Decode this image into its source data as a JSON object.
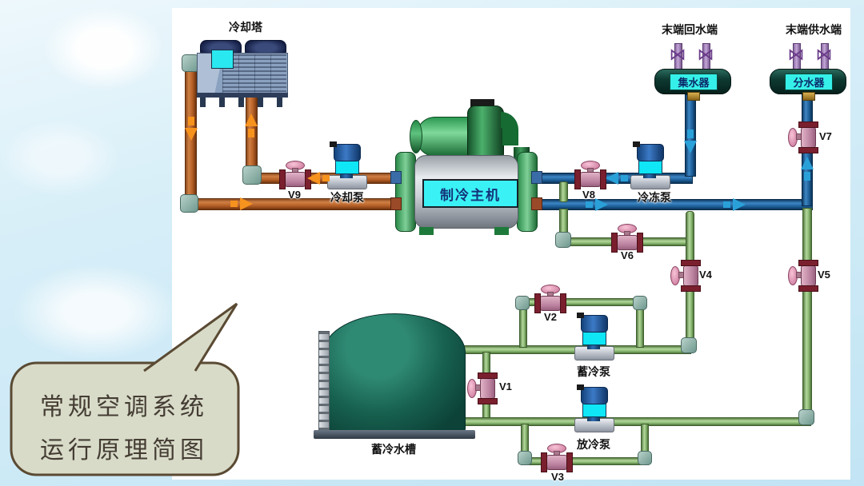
{
  "bubble": {
    "line1": "常规空调系统",
    "line2": "运行原理简图"
  },
  "equipment": {
    "cooling_tower": "冷却塔",
    "chiller": "制冷主机",
    "storage_tank": "蓄冷水槽",
    "collector": "集水器",
    "distributor": "分水器",
    "terminal_return": "末端回水端",
    "terminal_supply": "末端供水端"
  },
  "pumps": {
    "cooling": "冷却泵",
    "chilled": "冷冻泵",
    "storage": "蓄冷泵",
    "discharge": "放冷泵"
  },
  "valves": {
    "v1": "V1",
    "v2": "V2",
    "v3": "V3",
    "v4": "V4",
    "v5": "V5",
    "v6": "V6",
    "v7": "V7",
    "v8": "V8",
    "v9": "V9"
  },
  "icons": {
    "riser_valve": "⋈"
  },
  "colors": {
    "cooling_water_pipe": "#b55f26",
    "chilled_water_pipe": "#1c5d96",
    "storage_pipe": "#8ab873",
    "flow_arrow_orange": "#f6921e",
    "flow_arrow_blue": "#2aa0d8",
    "screen_cyan": "#35f0e8",
    "valve_pink": "#e0b2c6",
    "bubble_fill": "#d8dbc8"
  }
}
